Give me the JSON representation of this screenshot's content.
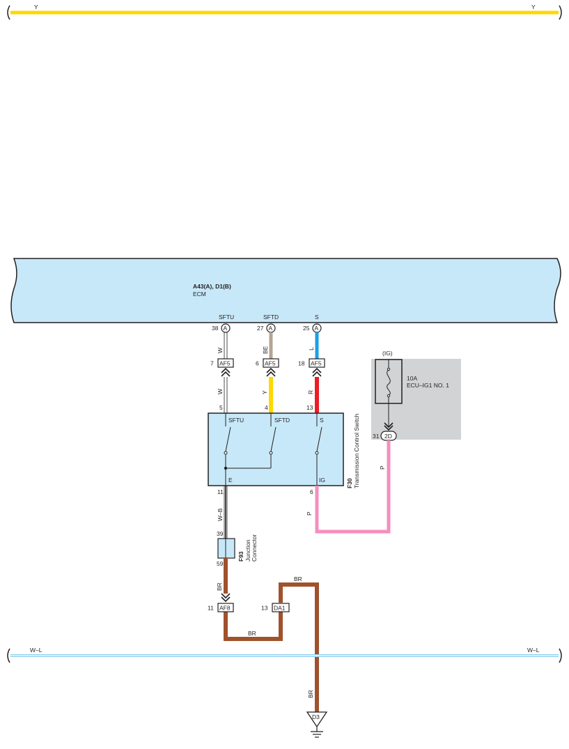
{
  "colors": {
    "ecm_fill": "#c7e8f8",
    "junction_fill": "#c7e8f8",
    "relay_box": "#d1d3d4",
    "wire_Y": "#ffd800",
    "wire_BE": "#b5a394",
    "wire_L": "#1ba0e2",
    "wire_R": "#ec1c24",
    "wire_P": "#f48fbf",
    "wire_BR": "#a0522d",
    "wire_WL": "#8fd0f0",
    "line": "#231f20"
  },
  "top_bus": {
    "left_label": "Y",
    "right_label": "Y"
  },
  "bottom_bus": {
    "left_label": "W–L",
    "right_label": "W–L"
  },
  "ecm": {
    "codes": "A43(A), D1(B)",
    "name": "ECM",
    "pins": [
      {
        "signal": "SFTU",
        "num": "38",
        "conn": "A"
      },
      {
        "signal": "SFTD",
        "num": "27",
        "conn": "A"
      },
      {
        "signal": "S",
        "num": "25",
        "conn": "A"
      }
    ]
  },
  "wires_ecm_side": [
    "W",
    "BE",
    "L"
  ],
  "af5_connectors": [
    {
      "pin": "7",
      "label": "AF5"
    },
    {
      "pin": "6",
      "label": "AF5"
    },
    {
      "pin": "18",
      "label": "AF5"
    }
  ],
  "wires_switch_side": [
    "W",
    "Y",
    "R"
  ],
  "switch": {
    "code": "F30",
    "name": "Transmission Control Switch",
    "top_pins": [
      "5",
      "4",
      "13"
    ],
    "top_labels": [
      "SFTU",
      "SFTD",
      "S"
    ],
    "e_label": "E",
    "ig_label": "IG",
    "e_pin": "11",
    "ig_pin": "6"
  },
  "relay_block": {
    "title": "(IG)",
    "fuse_rating": "10A",
    "fuse_name": "ECU–IG1 NO. 1",
    "pin": "31",
    "conn": "2D"
  },
  "wire_p_labels": [
    "P",
    "P"
  ],
  "junction": {
    "code": "F93",
    "name_line1": "Junction",
    "name_line2": "Connector",
    "pin_top": "39",
    "pin_bottom": "59",
    "wire_top": "W–B",
    "wire_bottom": "BR"
  },
  "af8": {
    "pin": "11",
    "label": "AF8"
  },
  "da1": {
    "pin": "13",
    "label": "DA1"
  },
  "br_labels": [
    "BR",
    "BR",
    "BR"
  ],
  "ground": {
    "label": "D3"
  }
}
